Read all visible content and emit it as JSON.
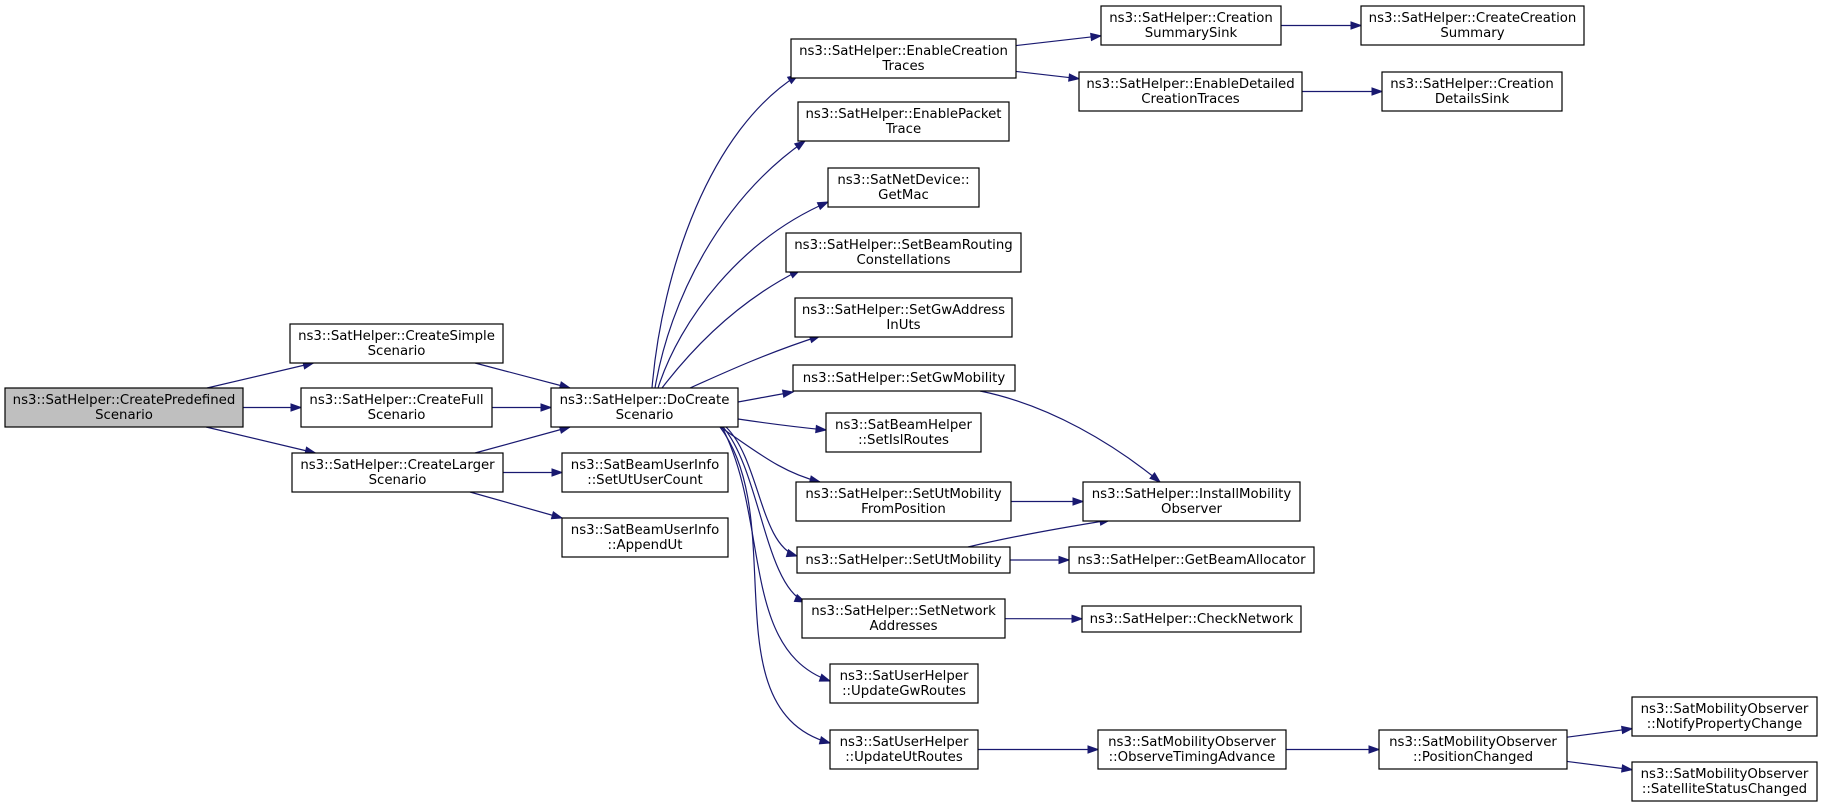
{
  "nodes": [
    {
      "id": "root",
      "lines": [
        "ns3::SatHelper::CreatePredefined",
        "Scenario"
      ],
      "root": true
    },
    {
      "id": "simple",
      "lines": [
        "ns3::SatHelper::CreateSimple",
        "Scenario"
      ]
    },
    {
      "id": "full",
      "lines": [
        "ns3::SatHelper::CreateFull",
        "Scenario"
      ]
    },
    {
      "id": "larger",
      "lines": [
        "ns3::SatHelper::CreateLarger",
        "Scenario"
      ]
    },
    {
      "id": "docreate",
      "lines": [
        "ns3::SatHelper::DoCreate",
        "Scenario"
      ]
    },
    {
      "id": "setutusercount",
      "lines": [
        "ns3::SatBeamUserInfo",
        "::SetUtUserCount"
      ]
    },
    {
      "id": "appendut",
      "lines": [
        "ns3::SatBeamUserInfo",
        "::AppendUt"
      ]
    },
    {
      "id": "enablecreation",
      "lines": [
        "ns3::SatHelper::EnableCreation",
        "Traces"
      ]
    },
    {
      "id": "enablepacket",
      "lines": [
        "ns3::SatHelper::EnablePacket",
        "Trace"
      ]
    },
    {
      "id": "getmac",
      "lines": [
        "ns3::SatNetDevice::",
        "GetMac"
      ]
    },
    {
      "id": "setbeamrouting",
      "lines": [
        "ns3::SatHelper::SetBeamRouting",
        "Constellations"
      ]
    },
    {
      "id": "setgwaddress",
      "lines": [
        "ns3::SatHelper::SetGwAddress",
        "InUts"
      ]
    },
    {
      "id": "setgwmobility",
      "lines": [
        "ns3::SatHelper::SetGwMobility"
      ]
    },
    {
      "id": "setislroutes",
      "lines": [
        "ns3::SatBeamHelper",
        "::SetIslRoutes"
      ]
    },
    {
      "id": "setutmobfrompos",
      "lines": [
        "ns3::SatHelper::SetUtMobility",
        "FromPosition"
      ]
    },
    {
      "id": "setutmobility",
      "lines": [
        "ns3::SatHelper::SetUtMobility"
      ]
    },
    {
      "id": "setnetwork",
      "lines": [
        "ns3::SatHelper::SetNetwork",
        "Addresses"
      ]
    },
    {
      "id": "updategw",
      "lines": [
        "ns3::SatUserHelper",
        "::UpdateGwRoutes"
      ]
    },
    {
      "id": "updateut",
      "lines": [
        "ns3::SatUserHelper",
        "::UpdateUtRoutes"
      ]
    },
    {
      "id": "creationsummarysink",
      "lines": [
        "ns3::SatHelper::Creation",
        "SummarySink"
      ]
    },
    {
      "id": "enabledetailed",
      "lines": [
        "ns3::SatHelper::EnableDetailed",
        "CreationTraces"
      ]
    },
    {
      "id": "createcreationsummary",
      "lines": [
        "ns3::SatHelper::CreateCreation",
        "Summary"
      ]
    },
    {
      "id": "creationdetailssink",
      "lines": [
        "ns3::SatHelper::Creation",
        "DetailsSink"
      ]
    },
    {
      "id": "installmobility",
      "lines": [
        "ns3::SatHelper::InstallMobility",
        "Observer"
      ]
    },
    {
      "id": "getbeamallocator",
      "lines": [
        "ns3::SatHelper::GetBeamAllocator"
      ]
    },
    {
      "id": "checknetwork",
      "lines": [
        "ns3::SatHelper::CheckNetwork"
      ]
    },
    {
      "id": "observetiming",
      "lines": [
        "ns3::SatMobilityObserver",
        "::ObserveTimingAdvance"
      ]
    },
    {
      "id": "positionchanged",
      "lines": [
        "ns3::SatMobilityObserver",
        "::PositionChanged"
      ]
    },
    {
      "id": "notifyproperty",
      "lines": [
        "ns3::SatMobilityObserver",
        "::NotifyPropertyChange"
      ]
    },
    {
      "id": "satellitestatus",
      "lines": [
        "ns3::SatMobilityObserver",
        "::SatelliteStatusChanged"
      ]
    }
  ],
  "edges": [
    [
      "root",
      "simple"
    ],
    [
      "root",
      "full"
    ],
    [
      "root",
      "larger"
    ],
    [
      "simple",
      "docreate"
    ],
    [
      "full",
      "docreate"
    ],
    [
      "larger",
      "docreate"
    ],
    [
      "larger",
      "setutusercount"
    ],
    [
      "larger",
      "appendut"
    ],
    [
      "docreate",
      "enablecreation"
    ],
    [
      "docreate",
      "enablepacket"
    ],
    [
      "docreate",
      "getmac"
    ],
    [
      "docreate",
      "setbeamrouting"
    ],
    [
      "docreate",
      "setgwaddress"
    ],
    [
      "docreate",
      "setgwmobility"
    ],
    [
      "docreate",
      "setislroutes"
    ],
    [
      "docreate",
      "setutmobfrompos"
    ],
    [
      "docreate",
      "setutmobility"
    ],
    [
      "docreate",
      "setnetwork"
    ],
    [
      "docreate",
      "updategw"
    ],
    [
      "docreate",
      "updateut"
    ],
    [
      "enablecreation",
      "creationsummarysink"
    ],
    [
      "enablecreation",
      "enabledetailed"
    ],
    [
      "creationsummarysink",
      "createcreationsummary"
    ],
    [
      "enabledetailed",
      "creationdetailssink"
    ],
    [
      "setgwmobility",
      "installmobility"
    ],
    [
      "setutmobfrompos",
      "installmobility"
    ],
    [
      "setutmobility",
      "installmobility"
    ],
    [
      "setutmobility",
      "getbeamallocator"
    ],
    [
      "setnetwork",
      "checknetwork"
    ],
    [
      "updateut",
      "observetiming"
    ],
    [
      "observetiming",
      "positionchanged"
    ],
    [
      "positionchanged",
      "notifyproperty"
    ],
    [
      "positionchanged",
      "satellitestatus"
    ]
  ],
  "colors": {
    "edge": "#191970",
    "root_fill": "#bfbfbf",
    "node_fill": "#ffffff",
    "border": "#000000"
  }
}
